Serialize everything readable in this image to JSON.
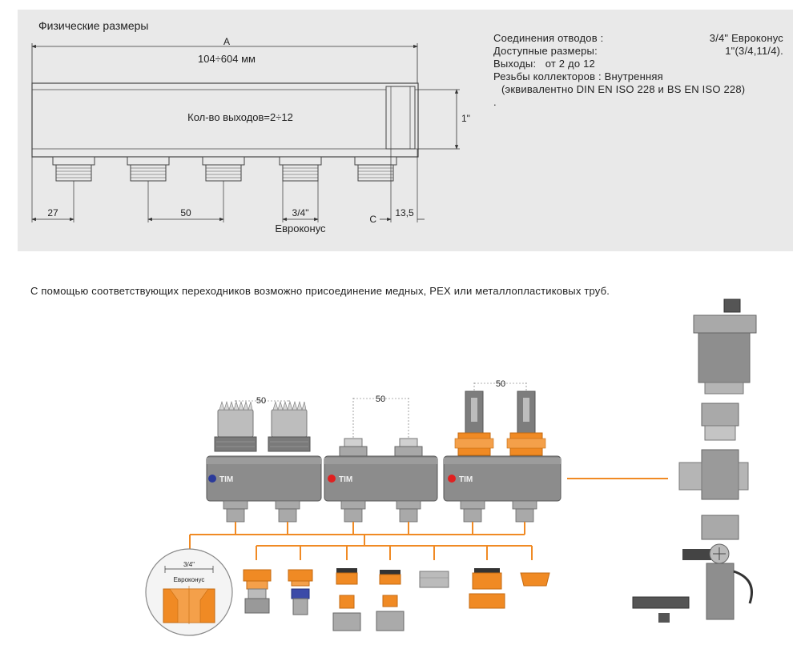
{
  "panel": {
    "title": "Физические размеры",
    "dim_A": "A",
    "dim_A_range": "104÷604 мм",
    "outlets_label": "Кол-во выходов=2÷12",
    "dim_height": "1\"",
    "dim_27": "27",
    "dim_50": "50",
    "dim_thread": "3/4\"",
    "dim_thread_type": "Евроконус",
    "dim_C": "C",
    "dim_13_5": "13,5"
  },
  "specs": {
    "connections_label": "Соединения отводов :",
    "connections_value": "3/4\" Евроконус",
    "sizes_label": "Доступные размеры:",
    "sizes_value": "1\"(3/4,11/4).",
    "outputs": "Выходы:   от 2 до 12",
    "threads": "Резьбы коллекторов : Внутренняя",
    "threads_note": "(эквивалентно DIN EN ISO 228 и BS EN ISO 228)",
    "dot": "."
  },
  "caption": "С помощью соответствующих переходников возможно присоединение медных, PEX или металлопластиковых труб.",
  "assembly": {
    "spacing_1": "50",
    "spacing_2": "50",
    "spacing_3": "50",
    "brand_1": "TIM",
    "brand_2": "TIM",
    "brand_3": "TIM",
    "detail_size": "3/4\"",
    "detail_type": "Евроконус"
  },
  "colors": {
    "panel_bg": "#e9e9e9",
    "body_gray": "#8c8c8c",
    "accent_orange": "#f08a24",
    "dot_blue": "#2b3a9a",
    "dot_red": "#e02020"
  }
}
